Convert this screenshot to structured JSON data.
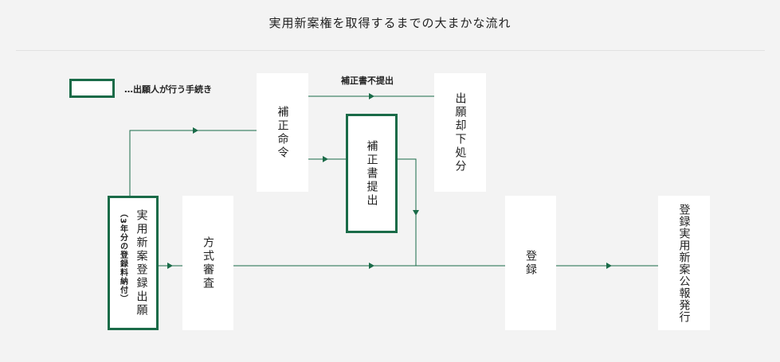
{
  "title": "実用新案権を取得するまでの大まかな流れ",
  "legend": {
    "text": "…出願人が行う手続き"
  },
  "nodes": {
    "application": {
      "label": "実用新案登録出願",
      "note": "（3年分の登録料納付）"
    },
    "formality_check": {
      "label": "方式審査"
    },
    "amendment_order": {
      "label": "補正命令"
    },
    "amendment_submit": {
      "label": "補正書提出"
    },
    "dismissal": {
      "label": "出願却下処分"
    },
    "registration": {
      "label": "登録"
    },
    "publication": {
      "label": "登録実用新案公報発行"
    }
  },
  "edges": {
    "no_amendment_label": "補正書不提出"
  },
  "colors": {
    "accent": "#1a6b48",
    "box_bg": "#ffffff",
    "page_bg": "#f3f3f3"
  }
}
